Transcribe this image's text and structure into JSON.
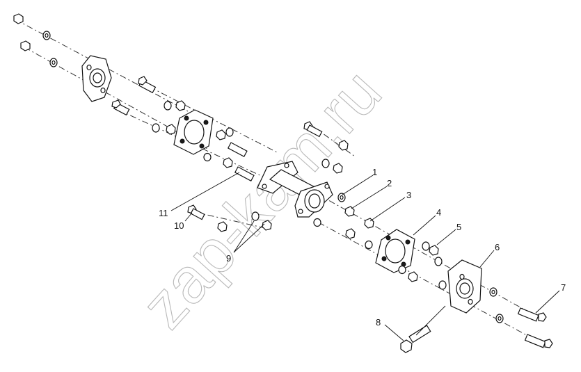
{
  "diagram": {
    "callouts": [
      "1",
      "2",
      "3",
      "4",
      "5",
      "6",
      "7",
      "8",
      "9",
      "10",
      "11"
    ],
    "watermark": "zap-kam.ru"
  }
}
